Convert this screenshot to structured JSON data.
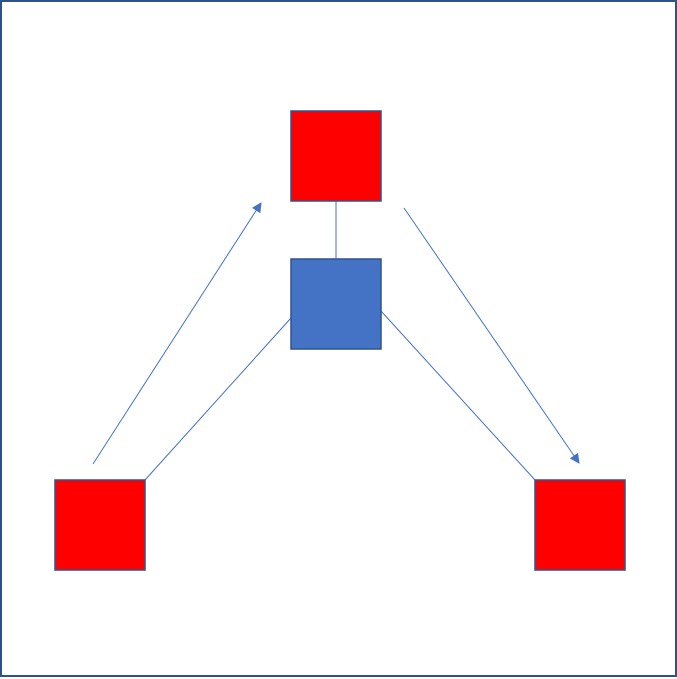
{
  "diagram": {
    "colors": {
      "frame_border": "#2F528F",
      "node_red": "#FF0000",
      "node_blue": "#4472C4",
      "node_outline": "#2F528F",
      "connector": "#4472C4",
      "arrow": "#4472C4"
    },
    "nodes": [
      {
        "id": "top",
        "kind": "red-square"
      },
      {
        "id": "center",
        "kind": "blue-square"
      },
      {
        "id": "left",
        "kind": "red-square"
      },
      {
        "id": "right",
        "kind": "red-square"
      }
    ],
    "connectors": [
      {
        "from": "top",
        "to": "center"
      },
      {
        "from": "center",
        "to": "left"
      },
      {
        "from": "center",
        "to": "right"
      }
    ],
    "arrows": [
      {
        "from": "left",
        "to": "top"
      },
      {
        "from": "top",
        "to": "right"
      }
    ]
  }
}
